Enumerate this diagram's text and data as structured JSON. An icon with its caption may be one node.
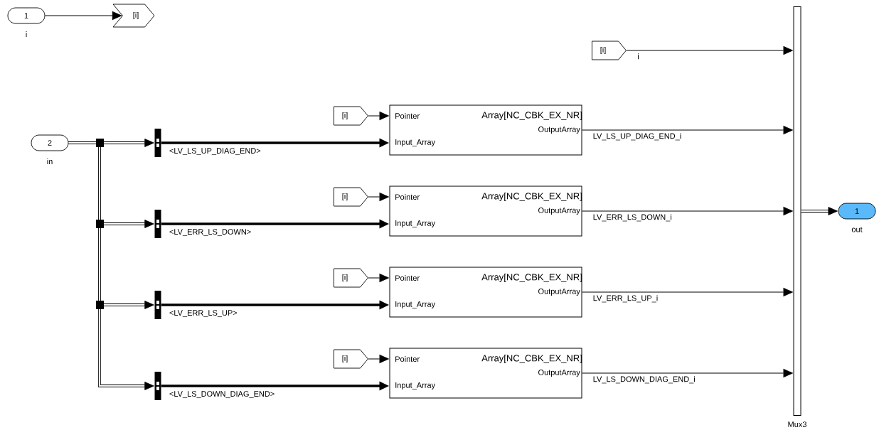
{
  "diagram": {
    "nodes": [
      {
        "text": [
          "1"
        ],
        "beside": [
          "i"
        ]
      },
      {
        "text": [
          "[i]"
        ]
      },
      {
        "text": [
          "[i]"
        ]
      },
      {
        "text": [
          "2"
        ],
        "beside": [
          "in"
        ]
      },
      {
        "text": [],
        "shape": "bar"
      },
      {
        "text": [
          "[i]"
        ]
      },
      {
        "text": [
          "Pointer",
          "Array[NC_CBK_EX_NR]",
          "OutputArray",
          "Input_Array"
        ]
      },
      {
        "text": [],
        "shape": "bar"
      },
      {
        "text": [
          "[i]"
        ]
      },
      {
        "text": [
          "Pointer",
          "Array[NC_CBK_EX_NR]",
          "OutputArray",
          "Input_Array"
        ]
      },
      {
        "text": [],
        "shape": "bar"
      },
      {
        "text": [
          "[i]"
        ]
      },
      {
        "text": [
          "Pointer",
          "Array[NC_CBK_EX_NR]",
          "OutputArray",
          "Input_Array"
        ]
      },
      {
        "text": [],
        "shape": "bar"
      },
      {
        "text": [
          "[i]"
        ]
      },
      {
        "text": [
          "Pointer",
          "Array[NC_CBK_EX_NR]",
          "OutputArray",
          "Input_Array"
        ]
      },
      {
        "text": [],
        "shape": "bar",
        "beside": [
          "Mux3"
        ]
      },
      {
        "text": [
          "1"
        ],
        "beside": [
          "out"
        ]
      }
    ],
    "edges": [
      {
        "from": 0,
        "to": 1,
        "arrow": "to"
      },
      {
        "from": 2,
        "to": 16,
        "arrow": "to",
        "label": "i"
      },
      {
        "from": 3,
        "to": 4,
        "arrow": "to",
        "style": "thick"
      },
      {
        "from": 3,
        "to": 7,
        "arrow": "to",
        "style": "thick"
      },
      {
        "from": 3,
        "to": 10,
        "arrow": "to",
        "style": "thick"
      },
      {
        "from": 3,
        "to": 13,
        "arrow": "to",
        "style": "thick"
      },
      {
        "from": 4,
        "to": 6,
        "arrow": "to",
        "style": "thick",
        "label": "<LV_LS_UP_DIAG_END>"
      },
      {
        "from": 5,
        "to": 6,
        "arrow": "to"
      },
      {
        "from": 6,
        "to": 16,
        "arrow": "to",
        "label": "LV_LS_UP_DIAG_END_i"
      },
      {
        "from": 7,
        "to": 9,
        "arrow": "to",
        "style": "thick",
        "label": "<LV_ERR_LS_DOWN>"
      },
      {
        "from": 8,
        "to": 9,
        "arrow": "to"
      },
      {
        "from": 9,
        "to": 16,
        "arrow": "to",
        "label": "LV_ERR_LS_DOWN_i"
      },
      {
        "from": 10,
        "to": 12,
        "arrow": "to",
        "style": "thick",
        "label": "<LV_ERR_LS_UP>"
      },
      {
        "from": 11,
        "to": 12,
        "arrow": "to"
      },
      {
        "from": 12,
        "to": 16,
        "arrow": "to",
        "label": "LV_ERR_LS_UP_i"
      },
      {
        "from": 13,
        "to": 15,
        "arrow": "to",
        "style": "thick",
        "label": "<LV_LS_DOWN_DIAG_END>"
      },
      {
        "from": 14,
        "to": 15,
        "arrow": "to"
      },
      {
        "from": 15,
        "to": 16,
        "arrow": "to",
        "label": "LV_LS_DOWN_DIAG_END_i"
      },
      {
        "from": 16,
        "to": 17,
        "arrow": "to",
        "style": "thick"
      }
    ]
  }
}
